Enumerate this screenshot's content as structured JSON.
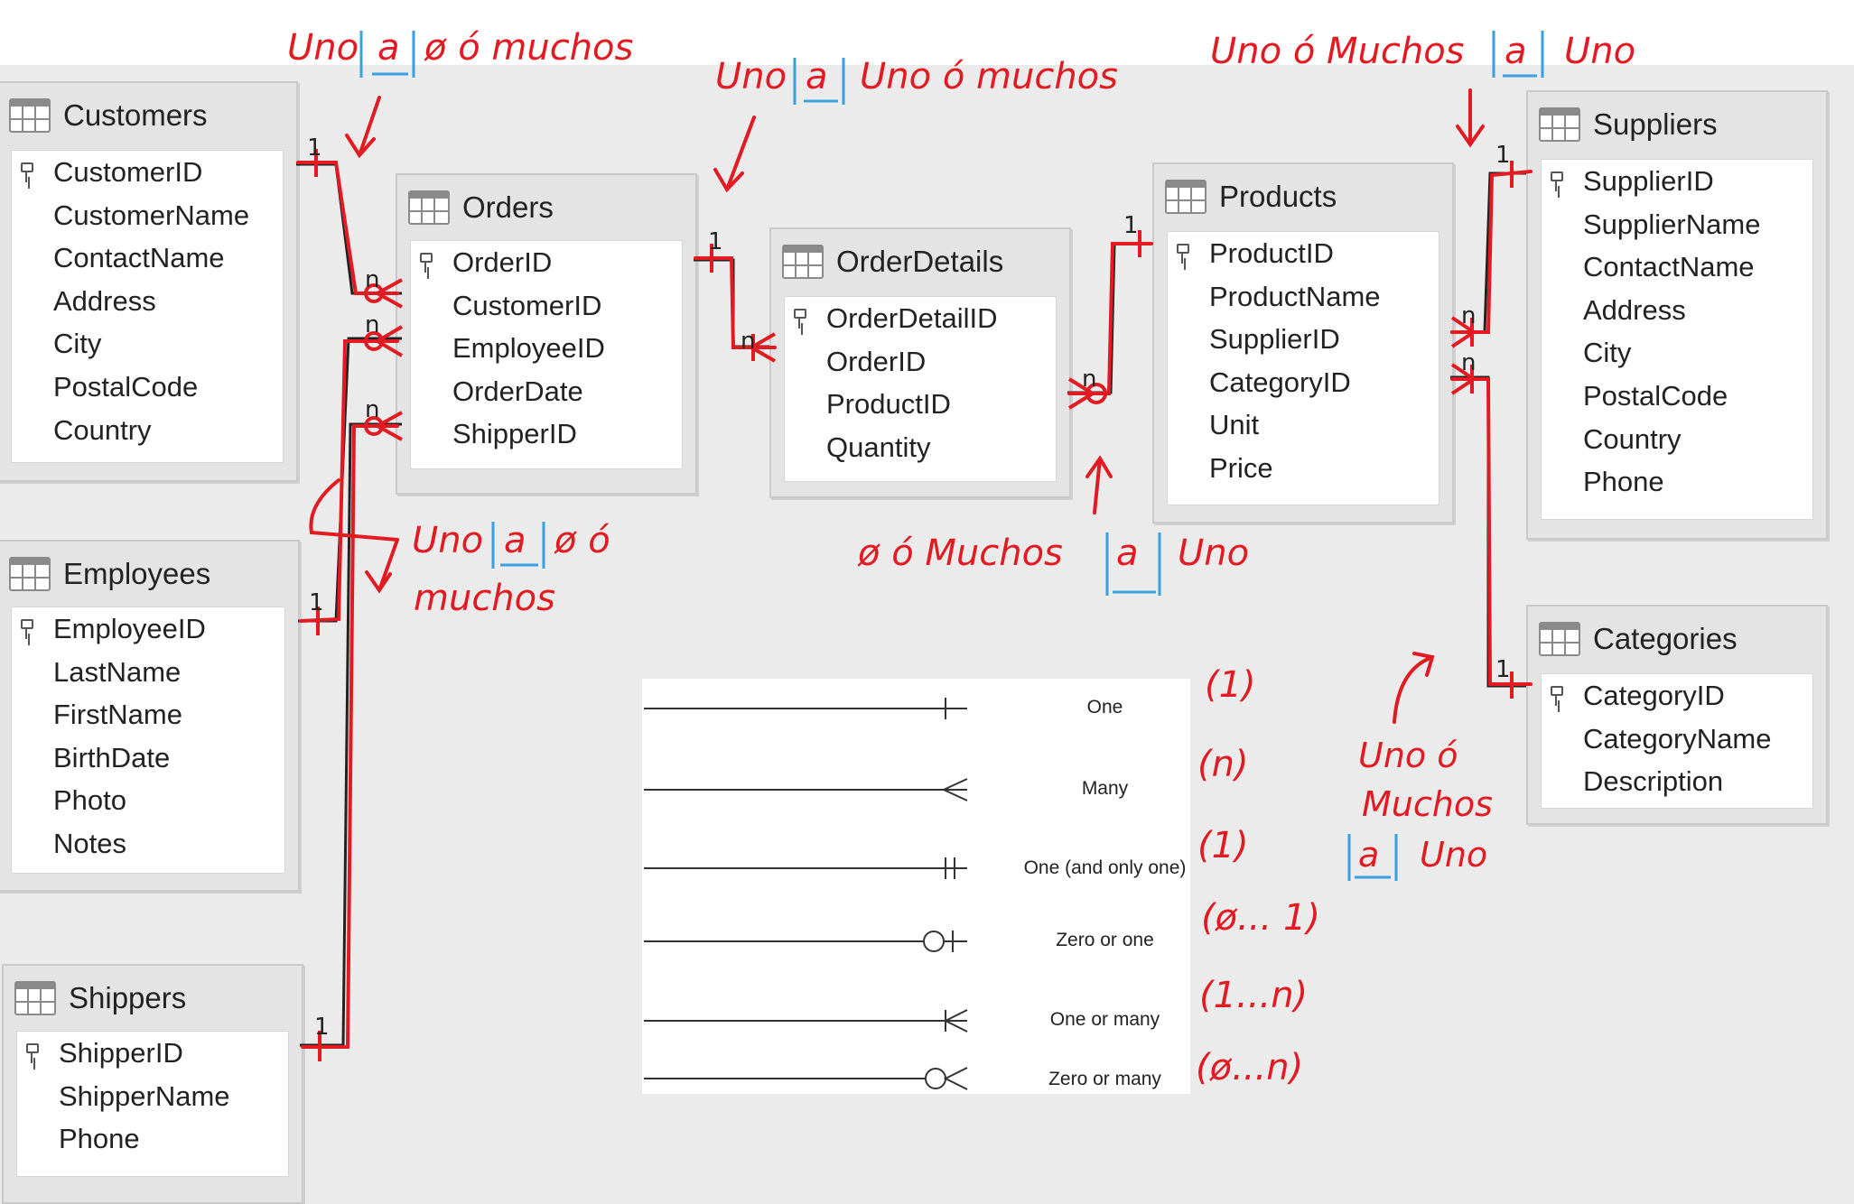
{
  "tables": {
    "customers": {
      "title": "Customers",
      "fields": [
        "CustomerID",
        "CustomerName",
        "ContactName",
        "Address",
        "City",
        "PostalCode",
        "Country"
      ]
    },
    "orders": {
      "title": "Orders",
      "fields": [
        "OrderID",
        "CustomerID",
        "EmployeeID",
        "OrderDate",
        "ShipperID"
      ]
    },
    "orderdetails": {
      "title": "OrderDetails",
      "fields": [
        "OrderDetailID",
        "OrderID",
        "ProductID",
        "Quantity"
      ]
    },
    "products": {
      "title": "Products",
      "fields": [
        "ProductID",
        "ProductName",
        "SupplierID",
        "CategoryID",
        "Unit",
        "Price"
      ]
    },
    "suppliers": {
      "title": "Suppliers",
      "fields": [
        "SupplierID",
        "SupplierName",
        "ContactName",
        "Address",
        "City",
        "PostalCode",
        "Country",
        "Phone"
      ]
    },
    "employees": {
      "title": "Employees",
      "fields": [
        "EmployeeID",
        "LastName",
        "FirstName",
        "BirthDate",
        "Photo",
        "Notes"
      ]
    },
    "shippers": {
      "title": "Shippers",
      "fields": [
        "ShipperID",
        "ShipperName",
        "Phone"
      ]
    },
    "categories": {
      "title": "Categories",
      "fields": [
        "CategoryID",
        "CategoryName",
        "Description"
      ]
    }
  },
  "legend": [
    {
      "label": "One",
      "note": "(1)"
    },
    {
      "label": "Many",
      "note": "(n)"
    },
    {
      "label": "One (and only one)",
      "note": "(1)"
    },
    {
      "label": "Zero or one",
      "note": "(ø... 1)"
    },
    {
      "label": "One or many",
      "note": "(1...n)"
    },
    {
      "label": "Zero or many",
      "note": "(ø...n)"
    }
  ],
  "annotations": {
    "customers_orders": [
      "Uno",
      "a",
      "ø ó muchos"
    ],
    "orders_orderdetails": [
      "Uno",
      "a",
      "Uno ó muchos"
    ],
    "products_suppliers": [
      "Uno ó Muchos",
      "a",
      "Uno"
    ],
    "employees_orders": [
      "Uno",
      "a",
      "ø ó",
      "muchos"
    ],
    "orderdetails_products": [
      "ø ó Muchos",
      "a",
      "Uno"
    ],
    "products_categories": [
      "Uno ó",
      "Muchos",
      "a",
      "Uno"
    ]
  },
  "cardinality_labels": {
    "one": "1",
    "many": "n"
  },
  "colors": {
    "annotation": "#e21b23",
    "highlight": "#3aa0e0",
    "line": "#222222"
  }
}
